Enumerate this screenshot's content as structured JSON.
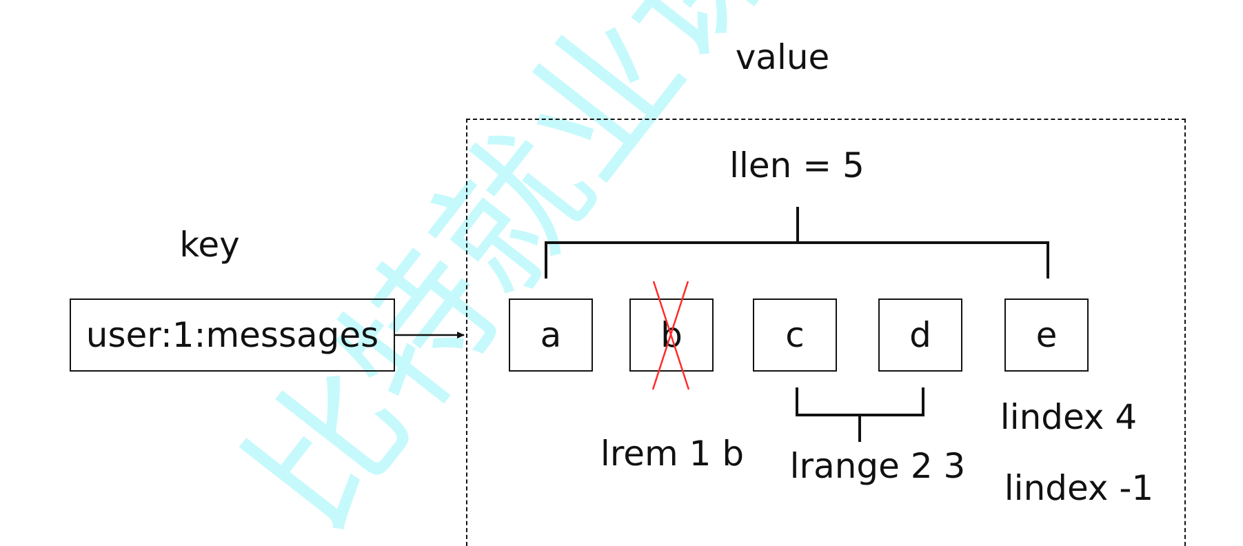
{
  "diagram": {
    "value_title": "value",
    "key_title": "key",
    "key_box": "user:1:messages",
    "llen_label": "llen = 5",
    "elements": [
      "a",
      "b",
      "c",
      "d",
      "e"
    ],
    "removed_element": "b",
    "ops": {
      "lrem": "lrem 1 b",
      "lrange": "lrange 2 3",
      "lindex_pos": "lindex 4",
      "lindex_neg": "lindex -1"
    }
  },
  "watermark": "比特就业课",
  "colors": {
    "line": "#111111",
    "cross": "#ff2a2a",
    "watermark": "#00e5ee"
  }
}
